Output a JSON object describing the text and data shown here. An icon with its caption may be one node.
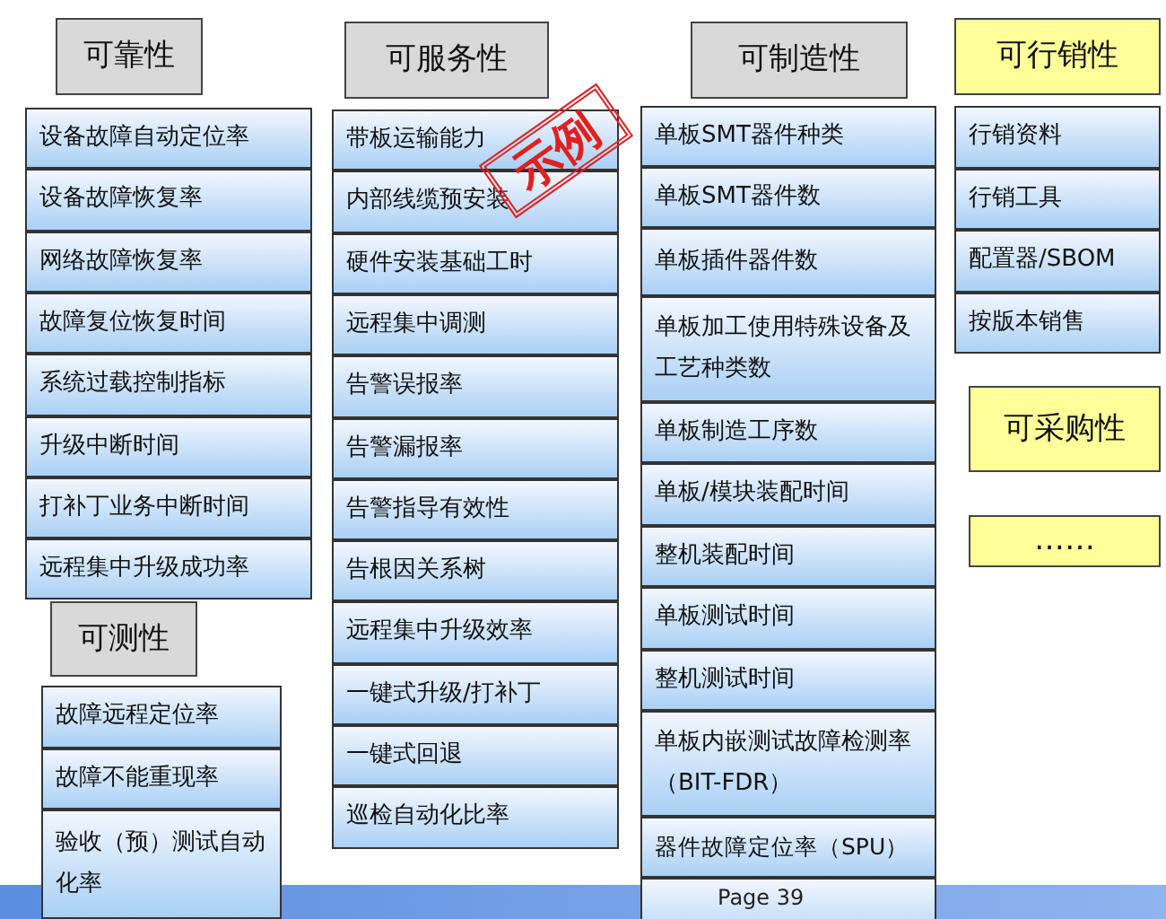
{
  "diagram": {
    "nodes": [
      {
        "text": [
          "可靠性"
        ]
      },
      {
        "text": [
          "设备故障自动定位率"
        ]
      },
      {
        "text": [
          "设备故障恢复率"
        ]
      },
      {
        "text": [
          "网络故障恢复率"
        ]
      },
      {
        "text": [
          "故障复位恢复时间"
        ]
      },
      {
        "text": [
          "系统过载控制指标"
        ]
      },
      {
        "text": [
          "升级中断时间"
        ]
      },
      {
        "text": [
          "打补丁业务中断时间"
        ]
      },
      {
        "text": [
          "远程集中升级成功率"
        ]
      },
      {
        "text": [
          "可测性"
        ]
      },
      {
        "text": [
          "故障远程定位率"
        ]
      },
      {
        "text": [
          "故障不能重现率"
        ]
      },
      {
        "text": [
          "验收（预）测试自动化率"
        ]
      },
      {
        "text": [
          "可服务性"
        ]
      },
      {
        "text": [
          "带板运输能力"
        ]
      },
      {
        "text": [
          "内部线缆预安装"
        ]
      },
      {
        "text": [
          "硬件安装基础工时"
        ]
      },
      {
        "text": [
          "远程集中调测"
        ]
      },
      {
        "text": [
          "告警误报率"
        ]
      },
      {
        "text": [
          "告警漏报率"
        ]
      },
      {
        "text": [
          "告警指导有效性"
        ]
      },
      {
        "text": [
          "告根因关系树"
        ]
      },
      {
        "text": [
          "远程集中升级效率"
        ]
      },
      {
        "text": [
          "一键式升级/打补丁"
        ]
      },
      {
        "text": [
          "一键式回退"
        ]
      },
      {
        "text": [
          "巡检自动化比率"
        ]
      },
      {
        "text": [
          "可制造性"
        ]
      },
      {
        "text": [
          "单板SMT器件种类"
        ]
      },
      {
        "text": [
          "单板SMT器件数"
        ]
      },
      {
        "text": [
          "单板插件器件数"
        ]
      },
      {
        "text": [
          "单板加工使用特殊设备及工艺种类数"
        ]
      },
      {
        "text": [
          "单板制造工序数"
        ]
      },
      {
        "text": [
          "单板/模块装配时间"
        ]
      },
      {
        "text": [
          "整机装配时间"
        ]
      },
      {
        "text": [
          "单板测试时间"
        ]
      },
      {
        "text": [
          "整机测试时间"
        ]
      },
      {
        "text": [
          "单板内嵌测试故障检测率（BIT-FDR）"
        ]
      },
      {
        "text": [
          "器件故障定位率（SPU）"
        ]
      },
      {
        "text": [],
        "shape": "box"
      },
      {
        "text": [
          "可行销性"
        ]
      },
      {
        "text": [
          "行销资料"
        ]
      },
      {
        "text": [
          "行销工具"
        ]
      },
      {
        "text": [
          "配置器/SBOM"
        ]
      },
      {
        "text": [
          "按版本销售"
        ]
      },
      {
        "text": [
          "可采购性"
        ]
      },
      {
        "text": [
          "……"
        ]
      }
    ],
    "labels": [
      "示例",
      "Page 39"
    ]
  }
}
